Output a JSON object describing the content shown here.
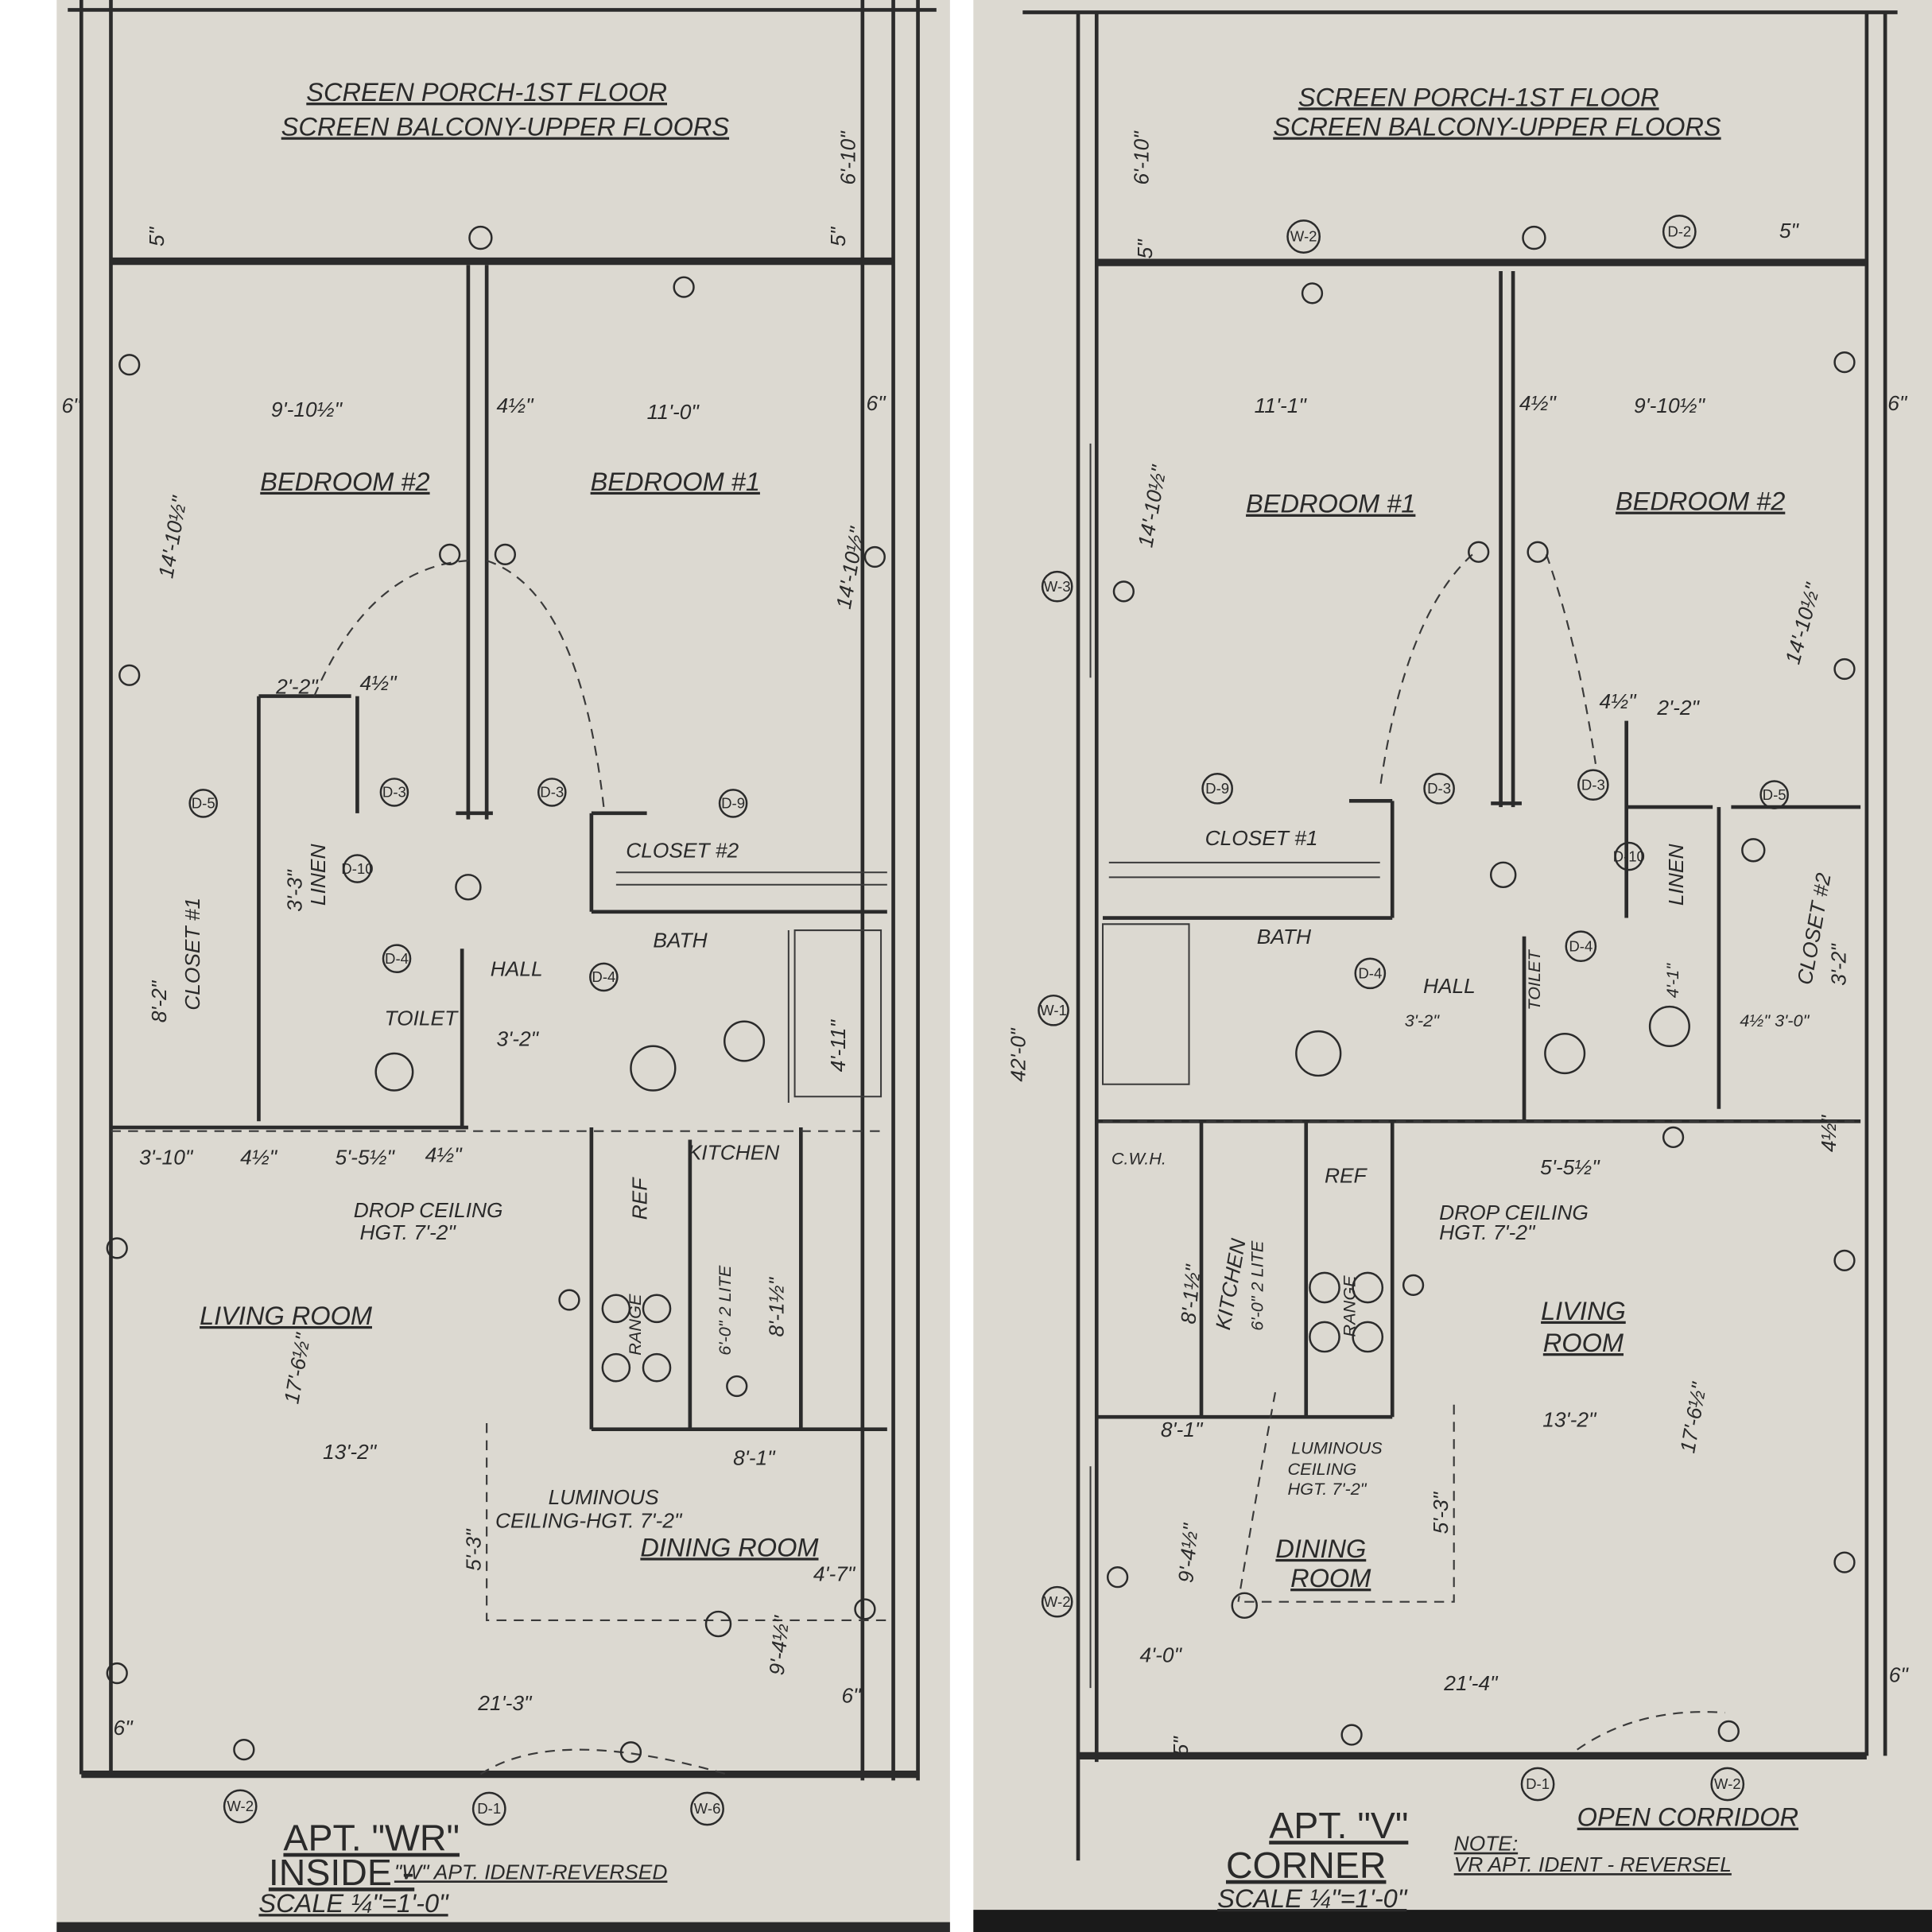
{
  "left": {
    "title1": "SCREEN PORCH-1ST FLOOR",
    "title2": "SCREEN BALCONY-UPPER FLOORS",
    "rooms": [
      "BEDROOM #2",
      "BEDROOM #1",
      "CLOSET #1",
      "LINEN",
      "TOILET",
      "HALL",
      "CLOSET #2",
      "BATH",
      "KITCHEN",
      "REF",
      "RANGE",
      "LIVING ROOM",
      "DINING ROOM"
    ],
    "notes": [
      "DROP CEILING",
      "HGT. 7'-2\"",
      "LUMINOUS",
      "CEILING-HGT. 7'-2\""
    ],
    "dims": [
      "9'-10½\"",
      "4½\"",
      "11'-0\"",
      "6\"",
      "6\"",
      "14'-10½\"",
      "14'-10½\"",
      "2'-2\"",
      "4½\"",
      "3'-3\"",
      "8'-2\"",
      "3'-2\"",
      "4'-11\"",
      "3'-10\"",
      "4½\"",
      "5'-5½\"",
      "4½\"",
      "6'-0\" 2 LITE",
      "8'-1½\"",
      "17'-6½\"",
      "13'-2\"",
      "8'-1\"",
      "5'-3\"",
      "4'-7\"",
      "9'-4½\"",
      "21'-3\"",
      "6\"",
      "6\"",
      "6'-10\"",
      "5\"",
      "5\""
    ],
    "tags": [
      "D-5",
      "D-3",
      "D-3",
      "D-9",
      "D-10",
      "D-4",
      "D-4",
      "W-2",
      "D-1",
      "W-6"
    ],
    "apt_title": "APT. \"WR\"",
    "apt_sub": "INSIDE -",
    "note": "\"W\" APT. IDENT-REVERSED",
    "scale": "SCALE ¼\"=1'-0\""
  },
  "right": {
    "title1": "SCREEN PORCH-1ST FLOOR",
    "title2": "SCREEN BALCONY-UPPER FLOORS",
    "rooms": [
      "BEDROOM #1",
      "BEDROOM #2",
      "CLOSET #1",
      "LINEN",
      "CLOSET #2",
      "BATH",
      "HALL",
      "TOILET",
      "C.W.H.",
      "REF",
      "KITCHEN",
      "RANGE",
      "LIVING",
      "ROOM",
      "DINING",
      "ROOM"
    ],
    "notes": [
      "DROP CEILING",
      "HGT. 7'-2\"",
      "LUMINOUS",
      "CEILING",
      "HGT. 7'-2\"",
      "OPEN CORRIDOR"
    ],
    "dims": [
      "6'-10\"",
      "5\"",
      "5\"",
      "11'-1\"",
      "4½\"",
      "9'-10½\"",
      "6\"",
      "14'-10½\"",
      "14'-10½\"",
      "42'-0\"",
      "4½\"",
      "2'-2\"",
      "3'-2\"",
      "4'-1\"",
      "3'-2\"",
      "4½\" 3'-0\"",
      "5'-5½\"",
      "4½\"",
      "8'-1½\"",
      "6'-0\" 2 LITE",
      "8'-1\"",
      "13'-2\"",
      "17'-6½\"",
      "5'-3\"",
      "9'-4½\"",
      "4'-0\"",
      "21'-4\"",
      "6\"",
      "5\""
    ],
    "tags": [
      "W-2",
      "D-2",
      "W-3",
      "W-1",
      "D-9",
      "D-3",
      "D-3",
      "D-5",
      "D-10",
      "D-4",
      "D-4",
      "W-2",
      "D-1",
      "W-2"
    ],
    "apt_title": "APT. \"V\"",
    "apt_sub": "CORNER",
    "note_label": "NOTE:",
    "note": "VR APT. IDENT - REVERSEL",
    "scale": "SCALE ¼\"=1'-0\""
  }
}
